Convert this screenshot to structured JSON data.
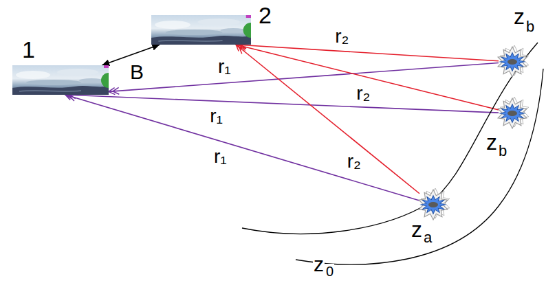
{
  "diagram": {
    "nodes": [
      {
        "text": [
          "1"
        ]
      },
      {
        "text": [
          "2"
        ]
      },
      {
        "text": [
          "z",
          "b"
        ]
      },
      {
        "text": [
          "z",
          "b"
        ]
      },
      {
        "text": [
          "z",
          "a"
        ]
      }
    ],
    "edges": [
      {
        "from": 0,
        "to": 1,
        "arrow": "both",
        "label": "B"
      },
      {
        "from": 2,
        "to": 0,
        "arrow": "to",
        "label": "r₁"
      },
      {
        "from": 2,
        "to": 1,
        "arrow": "to",
        "label": "r₂"
      },
      {
        "from": 3,
        "to": 0,
        "arrow": "to",
        "label": "r₁"
      },
      {
        "from": 3,
        "to": 1,
        "arrow": "to",
        "label": "r₂"
      },
      {
        "from": 4,
        "to": 0,
        "arrow": "to",
        "label": "r₁"
      },
      {
        "from": 4,
        "to": 1,
        "arrow": "to",
        "label": "r₂"
      }
    ],
    "labels": [
      "z",
      "0"
    ]
  }
}
